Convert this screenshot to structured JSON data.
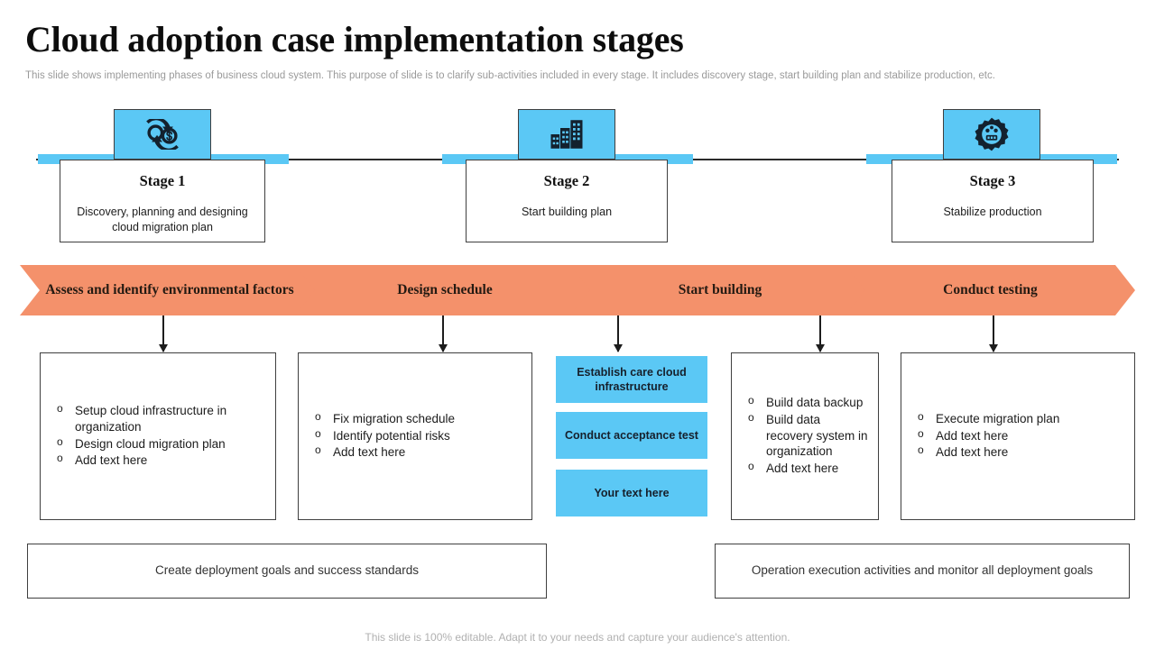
{
  "header": {
    "title": "Cloud adoption case implementation stages",
    "subtitle": "This slide shows implementing phases of business cloud system. This purpose of slide is to clarify sub-activities included in every stage. It includes discovery stage, start building plan and stabilize production, etc."
  },
  "colors": {
    "accent_blue": "#5BC8F5",
    "accent_orange": "#F4916B",
    "line": "#1d1d1d",
    "text": "#1c1c1c",
    "muted": "#9a9a9a"
  },
  "timeline": {
    "stages": [
      {
        "icon": "money-exchange-icon",
        "name": "Stage 1",
        "desc": "Discovery, planning and designing cloud migration plan"
      },
      {
        "icon": "buildings-icon",
        "name": "Stage 2",
        "desc": "Start building plan"
      },
      {
        "icon": "gear-settings-icon",
        "name": "Stage 3",
        "desc": "Stabilize production"
      }
    ]
  },
  "phases": [
    {
      "label": "Assess and identify environmental factors"
    },
    {
      "label": "Design schedule"
    },
    {
      "label": "Start building"
    },
    {
      "label": "Conduct testing"
    }
  ],
  "details": [
    {
      "kind": "list",
      "items": [
        "Setup cloud infrastructure in organization",
        "Design cloud migration plan",
        "Add text here"
      ]
    },
    {
      "kind": "list",
      "items": [
        "Fix migration schedule",
        "Identify potential risks",
        "Add text here"
      ]
    },
    {
      "kind": "blocks",
      "items": [
        "Establish care cloud infrastructure",
        "Conduct acceptance test",
        "Your text here"
      ]
    },
    {
      "kind": "list",
      "items": [
        "Build data backup",
        "Build data recovery system in organization",
        "Add text here"
      ]
    },
    {
      "kind": "list",
      "items": [
        "Execute migration plan",
        "Add text here",
        "Add text here"
      ]
    }
  ],
  "summaries": [
    {
      "text": "Create deployment goals and success standards"
    },
    {
      "text": "Operation execution activities and monitor all deployment goals"
    }
  ],
  "footer": {
    "note": "This slide is 100% editable. Adapt it to your needs and capture your audience's attention."
  }
}
